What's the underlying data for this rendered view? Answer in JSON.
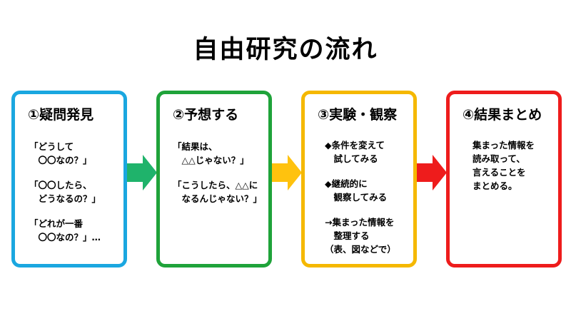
{
  "title": "自由研究の流れ",
  "steps": [
    {
      "title": "①疑問発見",
      "color": "#1aa7e0",
      "items": [
        "「どうして\n　〇〇なの？」",
        "「〇〇したら、\n　どうなるの？」",
        "「どれが一番\n　〇〇なの？」…"
      ]
    },
    {
      "title": "②予想する",
      "color": "#1fa33a",
      "items": [
        "「結果は、\n　△△じゃない？」",
        "「こうしたら、△△に\n　なるんじゃない？」"
      ]
    },
    {
      "title": "③実験・観察",
      "color": "#f5b800",
      "items": [
        "◆条件を変えて\n　試してみる",
        "◆継続的に\n　観察してみる",
        "→集まった情報を\n　整理する\n（表、図などで）"
      ]
    },
    {
      "title": "④結果まとめ",
      "color": "#ee1c1c",
      "items": [
        "集まった情報を\n読み取って、\n言えることを\nまとめる。"
      ]
    }
  ],
  "arrow_colors": [
    "#1fb36b",
    "#ffc20e",
    "#ee1c1c"
  ]
}
